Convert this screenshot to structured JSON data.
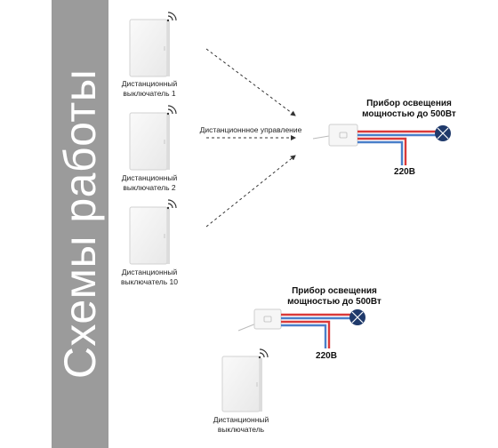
{
  "side_title": "Схемы работы",
  "scheme1": {
    "switches": [
      {
        "line1": "Дистанционный",
        "line2": "выключатель 1"
      },
      {
        "line1": "Дистанционный",
        "line2": "выключатель 2"
      },
      {
        "line1": "Дистанционный",
        "line2": "выключатель 10"
      }
    ],
    "remote_control_label": "Дистанционнное управление",
    "light_line1": "Прибор освещения",
    "light_line2": "мощностью до 500Вт",
    "voltage": "220В"
  },
  "scheme2": {
    "light_line1": "Прибор освещения",
    "light_line2": "мощностью до 500Вт",
    "voltage": "220В",
    "switch": {
      "line1": "Дистанционный",
      "line2": "выключатель"
    }
  },
  "colors": {
    "band": "#9b9b9b",
    "wire_red": "#d93a3a",
    "wire_blue": "#4a7fc9",
    "lamp": "#1f3a6b",
    "switch_face": "#f2f2f2",
    "switch_edge": "#d0d0d0"
  },
  "icons": [
    "wifi-signal-icon",
    "wall-switch-icon",
    "receiver-relay-icon",
    "lamp-icon"
  ]
}
